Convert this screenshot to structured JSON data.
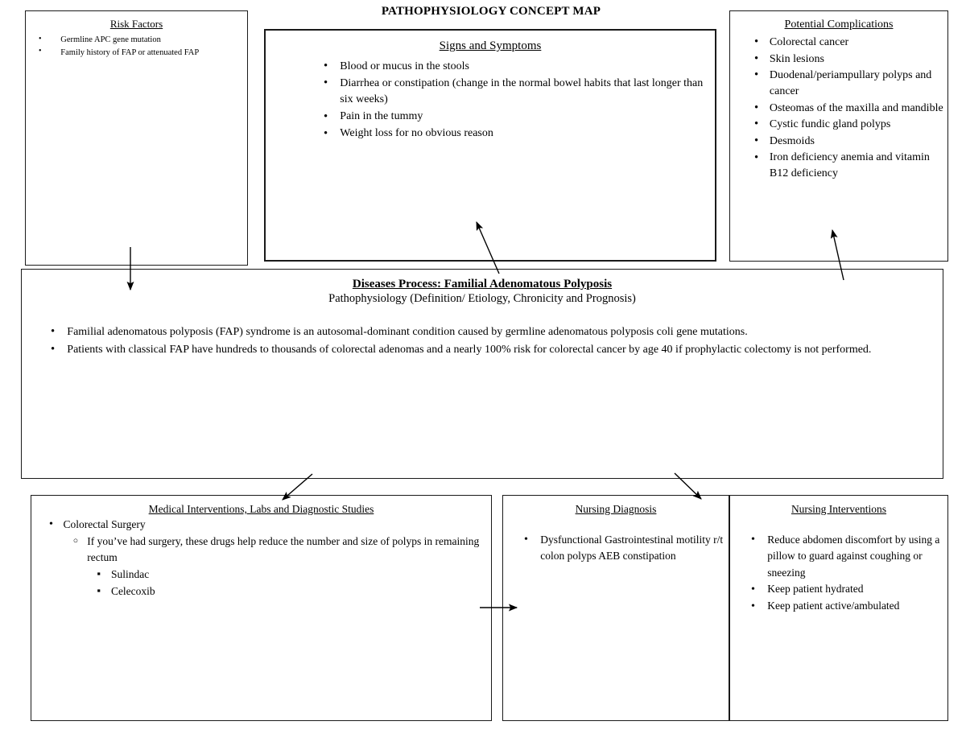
{
  "title": "PATHOPHYSIOLOGY CONCEPT MAP",
  "risk_factors": {
    "heading": "Risk Factors",
    "items": [
      "Germline APC gene mutation",
      "Family history of FAP or attenuated FAP"
    ]
  },
  "signs_and_symptoms": {
    "heading": "Signs and Symptoms",
    "items": [
      "Blood or mucus in the stools",
      "Diarrhea or constipation (change in the normal bowel habits that last longer than six weeks)",
      "Pain in the tummy",
      "Weight loss for no obvious reason"
    ]
  },
  "potential_complications": {
    "heading": "Potential Complications",
    "items": [
      "Colorectal cancer",
      "Skin lesions",
      "Duodenal/periampullary polyps and cancer",
      "Osteomas of the maxilla and mandible",
      "Cystic fundic gland polyps",
      "Desmoids",
      "Iron deficiency anemia and vitamin B12 deficiency"
    ]
  },
  "disease_process": {
    "heading": "Diseases Process: Familial Adenomatous Polyposis ",
    "subheading": "Pathophysiology (Definition/ Etiology, Chronicity and Prognosis)",
    "items": [
      "Familial adenomatous polyposis (FAP) syndrome is an autosomal-dominant condition caused by germline adenomatous polyposis coli gene mutations.",
      "Patients with classical FAP have hundreds to thousands of colorectal adenomas and a nearly 100% risk for colorectal cancer by age 40 if prophylactic colectomy is not performed."
    ]
  },
  "medical_interventions": {
    "heading": "Medical Interventions, Labs and Diagnostic Studies",
    "item_1": "Colorectal Surgery",
    "item_1_sub": "If you’ve had surgery, these drugs help reduce the number and size of polyps in remaining rectum",
    "drugs": [
      "Sulindac",
      "Celecoxib"
    ]
  },
  "nursing_diagnosis": {
    "heading": "Nursing Diagnosis",
    "items": [
      "Dysfunctional Gastrointestinal motility r/t colon polyps AEB constipation"
    ]
  },
  "nursing_interventions": {
    "heading": "Nursing Interventions",
    "items": [
      "Reduce abdomen discomfort by using a pillow to guard against coughing or sneezing",
      "Keep patient hydrated",
      "Keep patient active/ambulated"
    ]
  },
  "connectors": [
    {
      "name": "risk-factors-to-disease-process",
      "from": "risk_factors",
      "to": "disease_process"
    },
    {
      "name": "disease-process-to-signs",
      "from": "disease_process",
      "to": "signs_and_symptoms"
    },
    {
      "name": "disease-process-to-complications",
      "from": "disease_process",
      "to": "potential_complications"
    },
    {
      "name": "disease-process-to-medical-interventions",
      "from": "disease_process",
      "to": "medical_interventions"
    },
    {
      "name": "disease-process-to-nursing-diagnosis",
      "from": "disease_process",
      "to": "nursing_diagnosis"
    },
    {
      "name": "medical-interventions-to-nursing-diagnosis",
      "from": "medical_interventions",
      "to": "nursing_diagnosis"
    }
  ],
  "colors": {
    "ink": "#000000",
    "border": "#1a1a1a",
    "background": "#ffffff"
  }
}
